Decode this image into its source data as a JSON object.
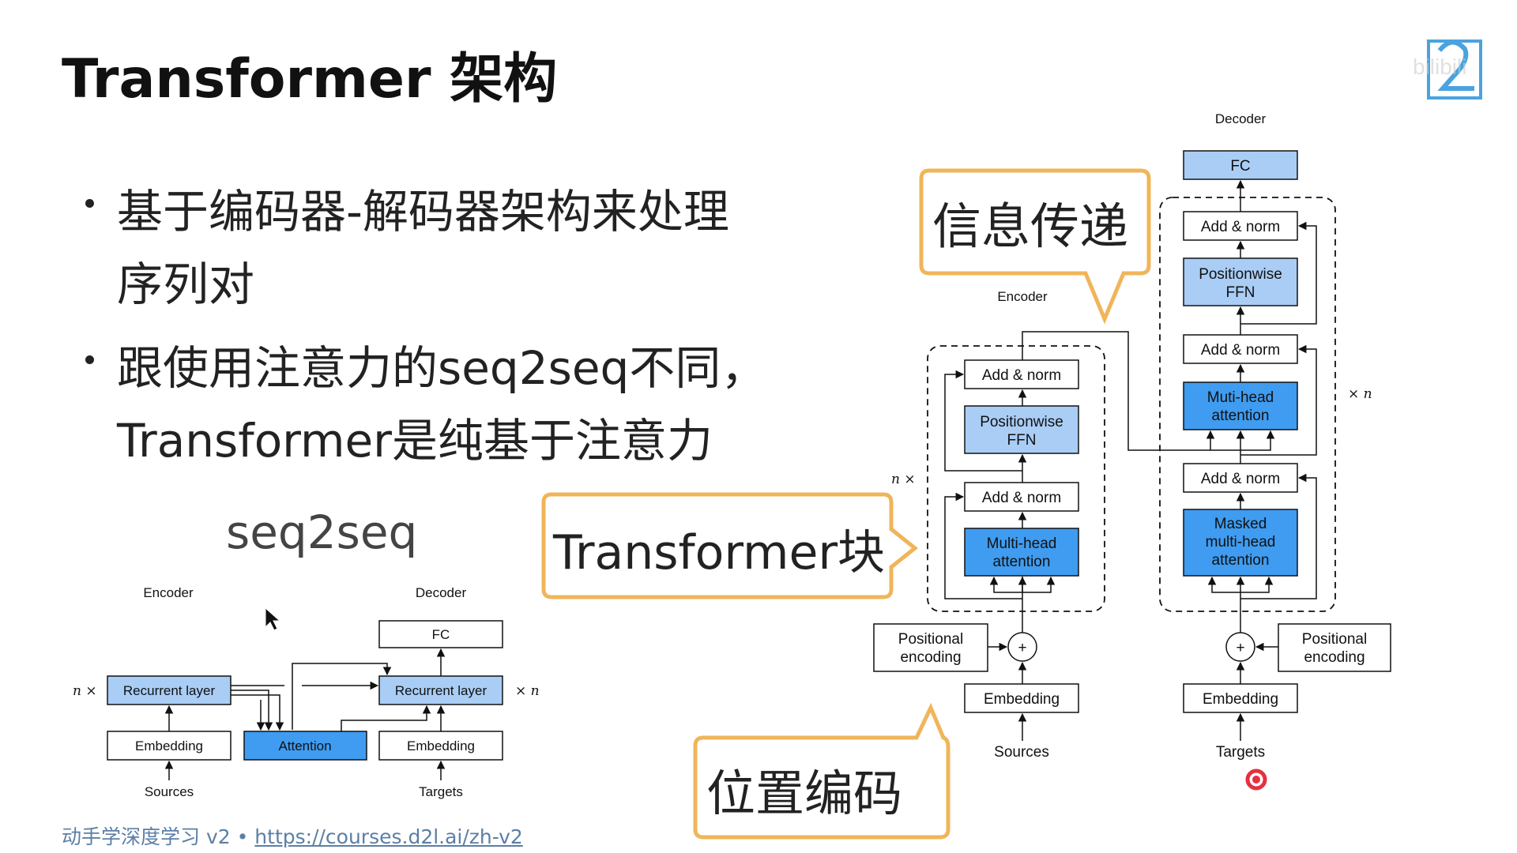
{
  "slide": {
    "title": "Transformer 架构",
    "logo_text": "bilibili"
  },
  "bullets": [
    {
      "lines": [
        "基于编码器-解码器架构来处理",
        "序列对"
      ]
    },
    {
      "lines": [
        "跟使用注意力的seq2seq不同，",
        "Transformer是纯基于注意力"
      ]
    }
  ],
  "seq2seq": {
    "title": "seq2seq",
    "encoder_label": "Encoder",
    "decoder_label": "Decoder",
    "fc": "FC",
    "enc_recurrent": "Recurrent layer",
    "dec_recurrent": "Recurrent layer",
    "attention": "Attention",
    "enc_embedding": "Embedding",
    "dec_embedding": "Embedding",
    "sources": "Sources",
    "targets": "Targets",
    "enc_repeat": "n ×",
    "dec_repeat": "× n"
  },
  "transformer": {
    "encoder_label": "Encoder",
    "decoder_label": "Decoder",
    "enc_add_norm_top": "Add & norm",
    "enc_ffn": [
      "Positionwise",
      "FFN"
    ],
    "enc_add_norm_bottom": "Add & norm",
    "enc_attention": [
      "Multi-head",
      "attention"
    ],
    "enc_pos_encoding": [
      "Positional",
      "encoding"
    ],
    "enc_embedding": "Embedding",
    "sources": "Sources",
    "enc_repeat": "n ×",
    "dec_fc": "FC",
    "dec_add_norm_1": "Add & norm",
    "dec_ffn": [
      "Positionwise",
      "FFN"
    ],
    "dec_add_norm_2": "Add & norm",
    "dec_attention": [
      "Muti-head",
      "attention"
    ],
    "dec_add_norm_3": "Add & norm",
    "dec_masked_attention": [
      "Masked",
      "multi-head",
      "attention"
    ],
    "dec_pos_encoding": [
      "Positional",
      "encoding"
    ],
    "dec_embedding": "Embedding",
    "targets": "Targets",
    "dec_repeat": "× n",
    "plus": "+"
  },
  "callouts": {
    "info_passing": "信息传递",
    "transformer_block": "Transformer块",
    "positional_encoding": "位置编码"
  },
  "footer": {
    "course": "动手学深度学习 v2 • ",
    "url": "https://courses.d2l.ai/zh-v2"
  },
  "colors": {
    "box_blue": "#a9cdf5",
    "box_blue_strong": "#3f9cf0",
    "callout_orange": "#f0b55a",
    "accent_red": "#e53040",
    "footer_blue": "#5b7fa6"
  }
}
